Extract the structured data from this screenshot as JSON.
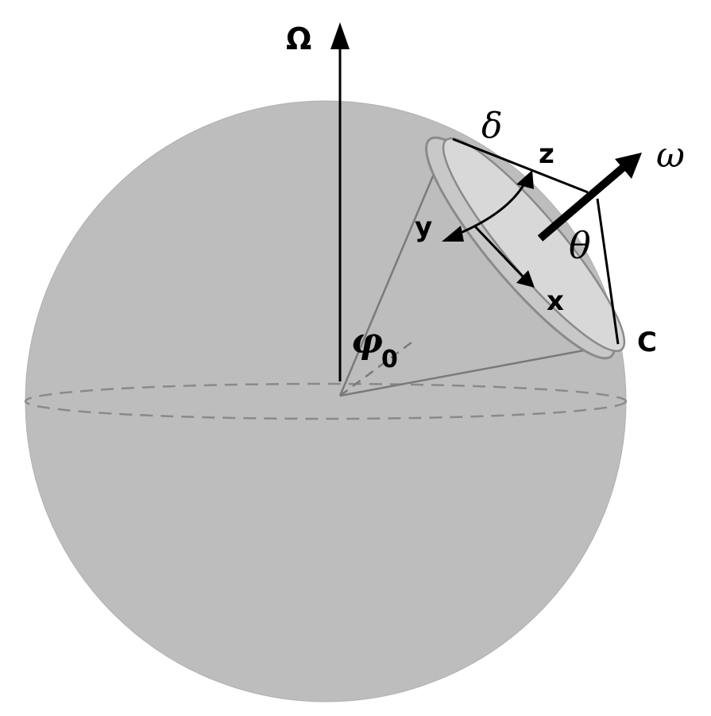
{
  "diagram": {
    "labels": {
      "omega_big": "Ω",
      "delta": "δ",
      "z": "z",
      "omega_small": "ω",
      "y": "y",
      "theta": "θ",
      "x": "x",
      "phi": "φ",
      "phi_sub": "0",
      "c": "C"
    },
    "colors": {
      "sphere": "#bdbdbd",
      "cap": "#d6d6d6",
      "lines": "#000000",
      "guide": "#8a8a8a"
    }
  }
}
